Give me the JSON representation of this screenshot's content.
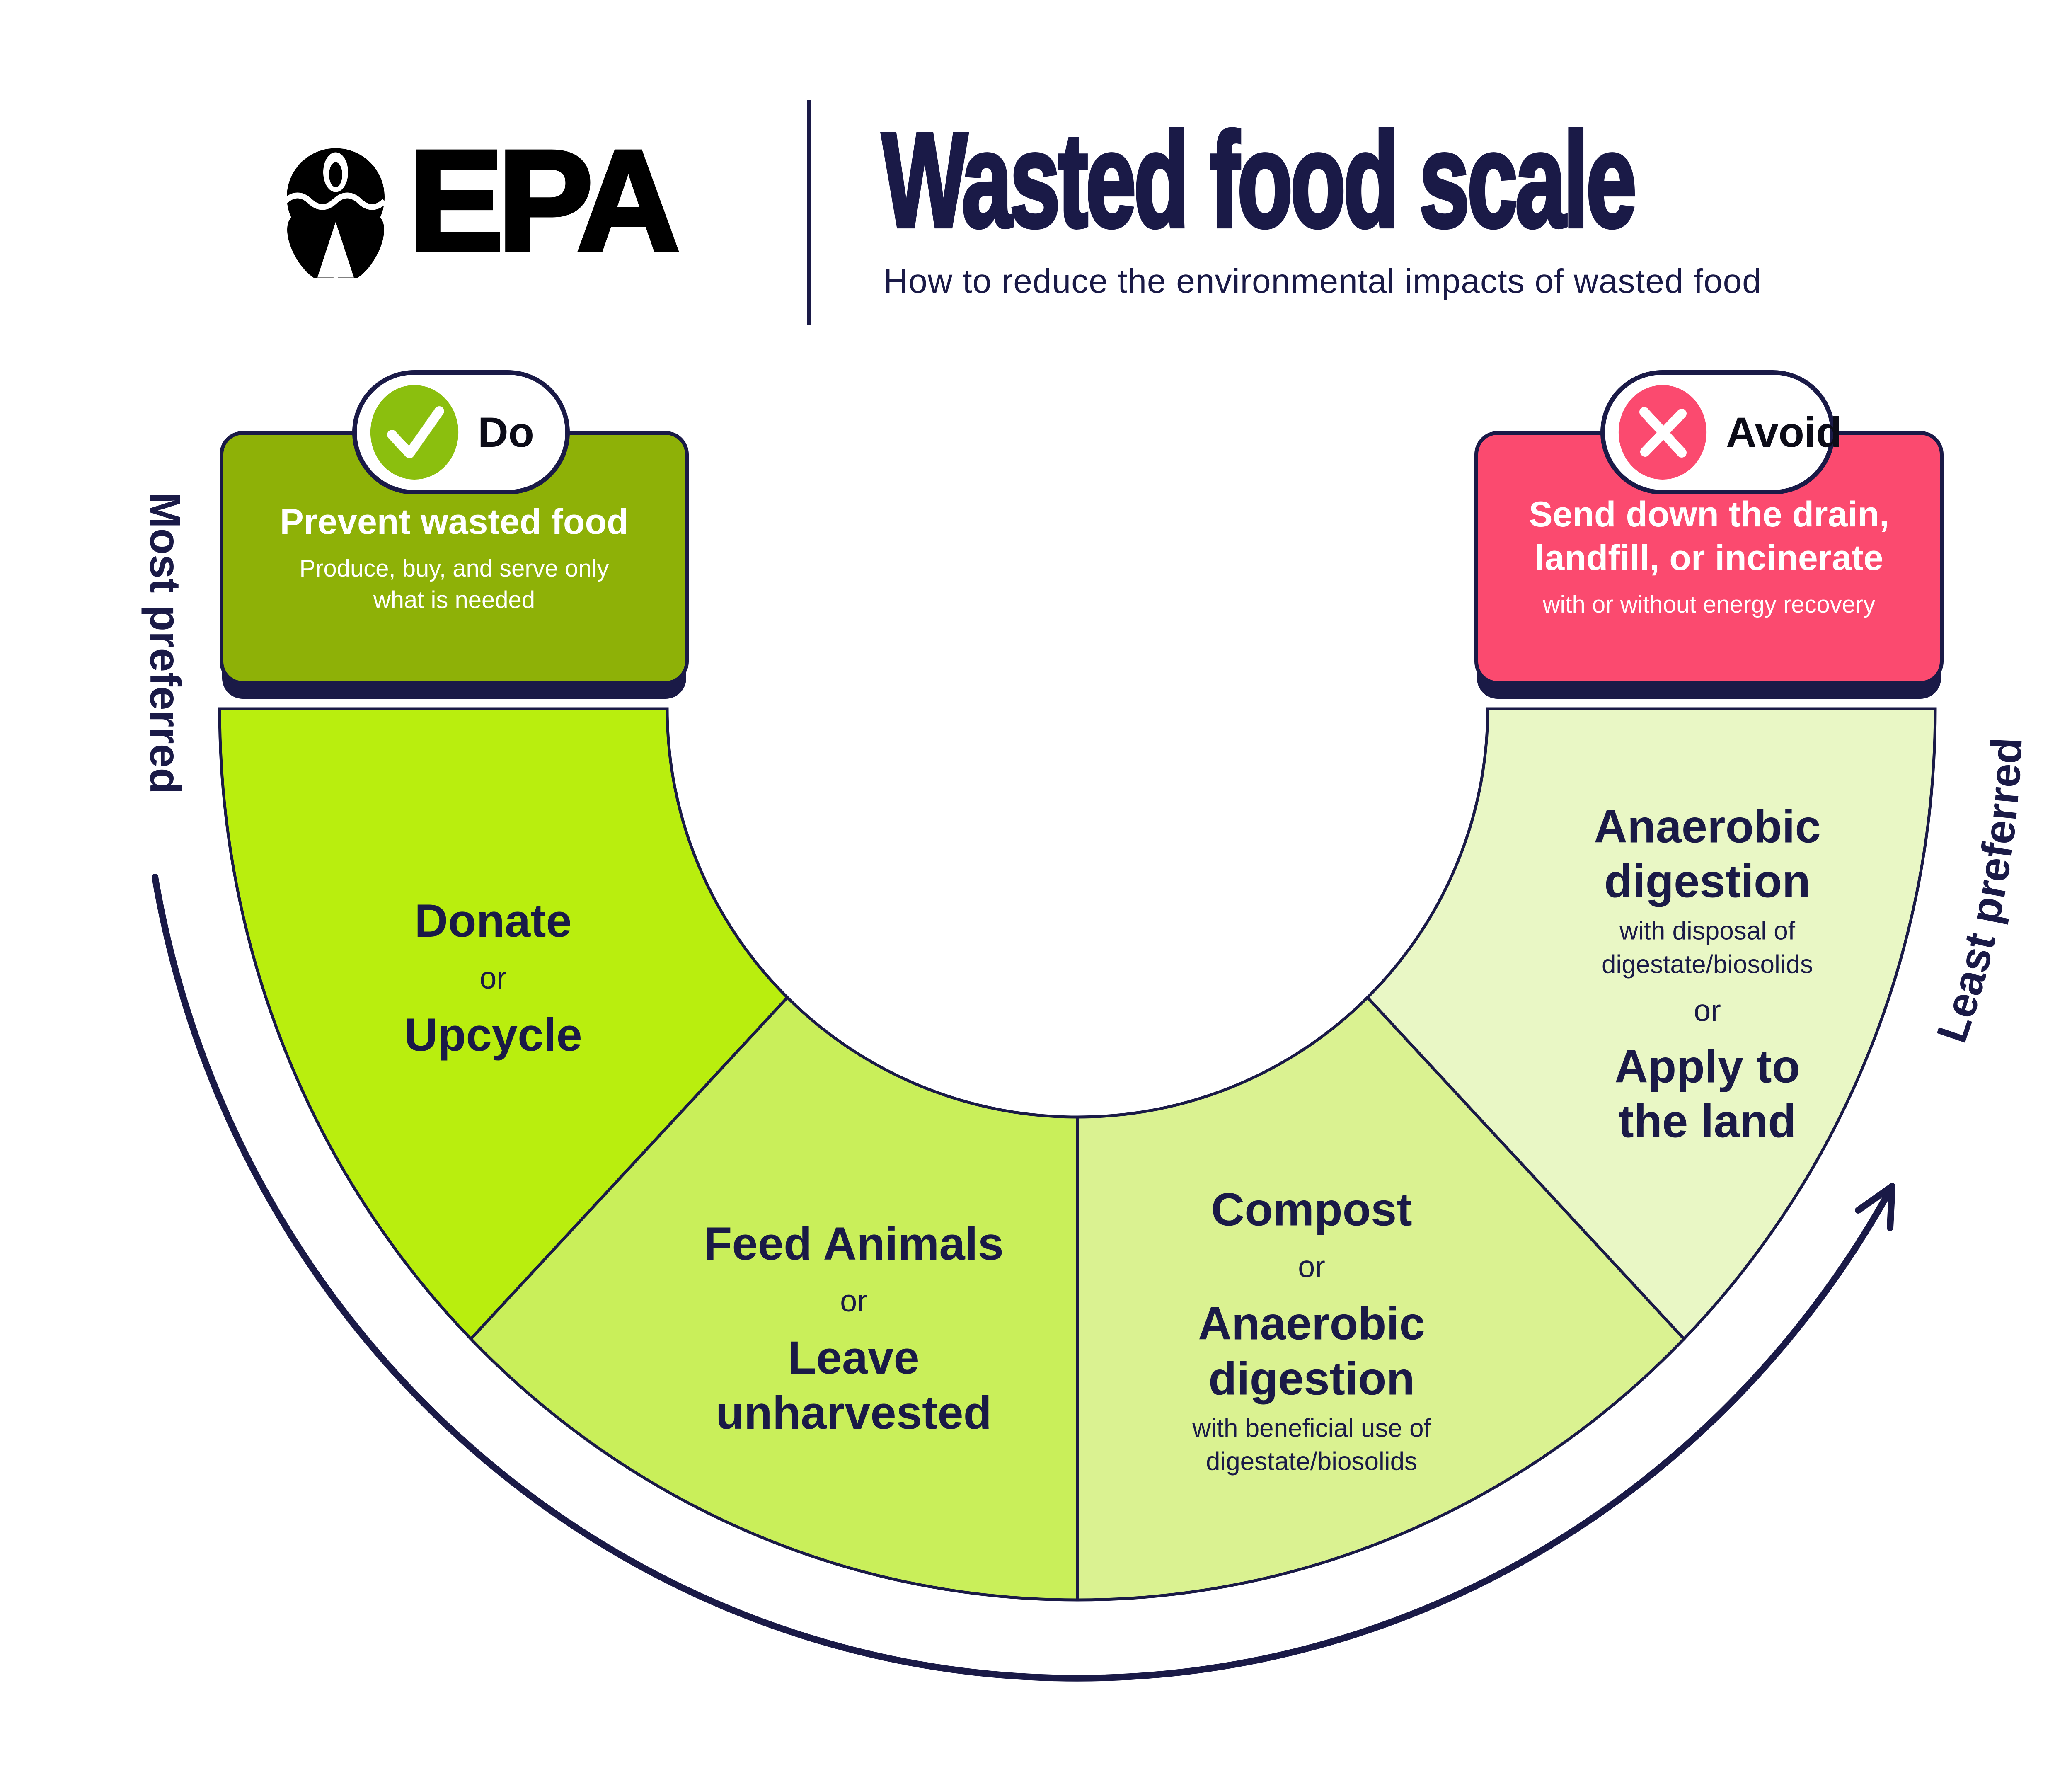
{
  "header": {
    "logo_text": "EPA",
    "title": "Wasted food scale",
    "subtitle": "How to reduce the environmental impacts of wasted food"
  },
  "do_panel": {
    "badge_label": "Do",
    "title": "Prevent wasted food",
    "description": "Produce, buy, and serve only what is needed"
  },
  "avoid_panel": {
    "badge_label": "Avoid",
    "title": "Send down the drain, landfill, or incinerate",
    "description": "with or without energy recovery"
  },
  "scale": {
    "most_preferred_label": "Most preferred",
    "least_preferred_label": "Least preferred",
    "segments": [
      {
        "id": "donate",
        "primary": "Donate",
        "conjunction": "or",
        "secondary": "Upcycle"
      },
      {
        "id": "feed-animals",
        "primary": "Feed Animals",
        "conjunction": "or",
        "secondary": "Leave unharvested"
      },
      {
        "id": "compost",
        "primary": "Compost",
        "conjunction": "or",
        "secondary": "Anaerobic digestion",
        "note": "with beneficial use of digestate/biosolids"
      },
      {
        "id": "anaerobic-digestion",
        "primary": "Anaerobic digestion",
        "note": "with disposal of digestate/biosolids",
        "conjunction": "or",
        "secondary": "Apply to the land"
      }
    ]
  },
  "colors": {
    "navy": "#1a1a47",
    "olive_green": "#8eb107",
    "pink": "#fb4a6f",
    "check_green": "#8bbf0e",
    "seg_donate": "#b9ee0e",
    "seg_feed": "#c9ef5a",
    "seg_compost": "#daf291",
    "seg_anaerobic": "#e9f7c5"
  }
}
